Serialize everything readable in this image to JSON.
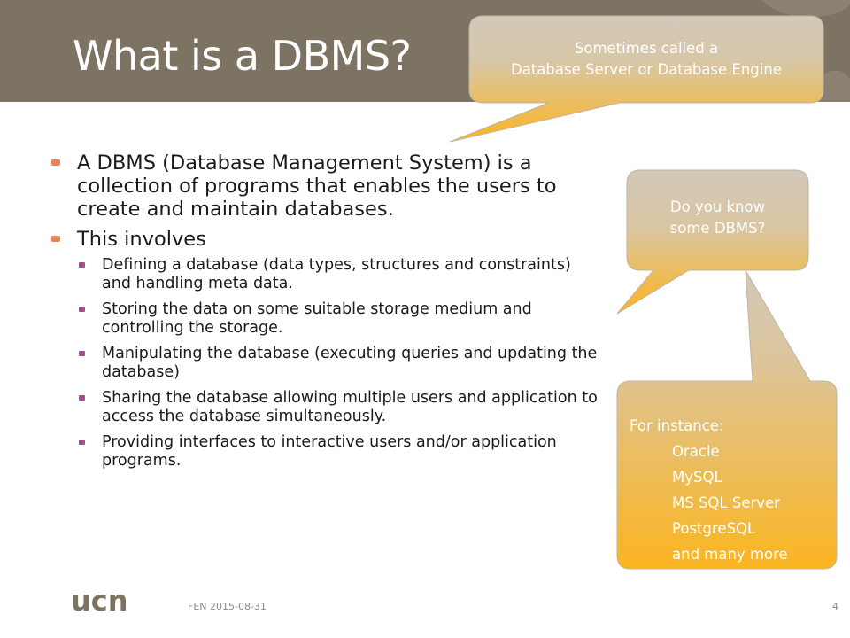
{
  "slide": {
    "title": "What is a DBMS?",
    "bullets": {
      "b1": "A DBMS (Database Management System) is a collection of programs that enables the users to create and maintain databases.",
      "b2": "This involves",
      "sub": [
        "Defining a database (data types, structures and constraints) and  handling meta data.",
        "Storing the data on some suitable storage medium and controlling the storage.",
        "Manipulating the database (executing queries and updating the database)",
        "Sharing the database allowing multiple users and application to access the database simultaneously.",
        "Providing interfaces to interactive users and/or application programs."
      ]
    },
    "callouts": {
      "server": {
        "line1": "Sometimes called a",
        "line2": "Database Server or Database Engine"
      },
      "question": {
        "line1": "Do you know",
        "line2": "some DBMS?"
      },
      "instances": {
        "heading": "For instance:",
        "items": [
          "Oracle",
          "MySQL",
          "MS SQL Server",
          "PostgreSQL",
          "and many more"
        ]
      }
    },
    "footer": {
      "text": "FEN 2015-08-31",
      "page": "4",
      "logo_text": "ucn"
    }
  },
  "colors": {
    "title_bar": "#7d7362",
    "bullet_lvl1": "#e8845a",
    "bullet_lvl2": "#a0508f",
    "callout_top": "#cfc5b5",
    "callout_bottom": "#fbb82b"
  }
}
